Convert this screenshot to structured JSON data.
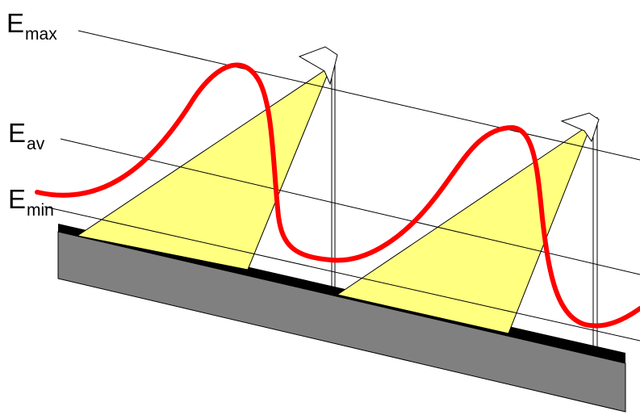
{
  "labels": {
    "max": {
      "main": "E",
      "sub": "max"
    },
    "av": {
      "main": "E",
      "sub": "av"
    },
    "min": {
      "main": "E",
      "sub": "min"
    }
  },
  "colors": {
    "curve": "#ff0000",
    "light_cone": "#ffff80",
    "road_surface": "#000000",
    "road_body": "#808080",
    "lines": "#000000",
    "background": "#ffffff"
  },
  "elements": {
    "level_lines": 3,
    "luminaires": 2,
    "illuminance_curve": "periodic"
  }
}
